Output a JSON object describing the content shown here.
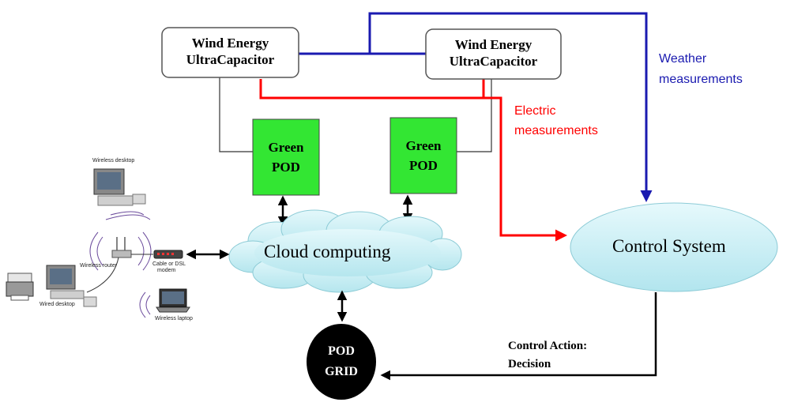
{
  "wind_units": [
    {
      "line1": "Wind Energy",
      "line2": "UltraCapacitor"
    },
    {
      "line1": "Wind Energy",
      "line2": "UltraCapacitor"
    }
  ],
  "green_pods": [
    {
      "line1": "Green",
      "line2": "POD"
    },
    {
      "line1": "Green",
      "line2": "POD"
    }
  ],
  "cloud": {
    "label": "Cloud computing"
  },
  "control_system": {
    "label": "Control System"
  },
  "pod_grid": {
    "line1": "POD",
    "line2": "GRID"
  },
  "weather": {
    "line1": "Weather",
    "line2": "measurements",
    "color": "#1a1ab0"
  },
  "electric": {
    "line1": "Electric",
    "line2": "measurements",
    "color": "#ff0000"
  },
  "control_action": {
    "line1": "Control Action:",
    "line2": "Decision"
  },
  "network": {
    "wireless_desktop": "Wireless desktop",
    "wireless_router": "Wireless router",
    "cable_modem_line1": "Cable or DSL",
    "cable_modem_line2": "modem",
    "wired_desktop": "Wired desktop",
    "wireless_laptop": "Wireless laptop"
  },
  "colors": {
    "pod_fill": "#33e633",
    "cloud_fill": "#c5eef5",
    "ellipse_fill": "#c5eef5",
    "blue_line": "#1a1ab0",
    "red_line": "#ff0000"
  }
}
